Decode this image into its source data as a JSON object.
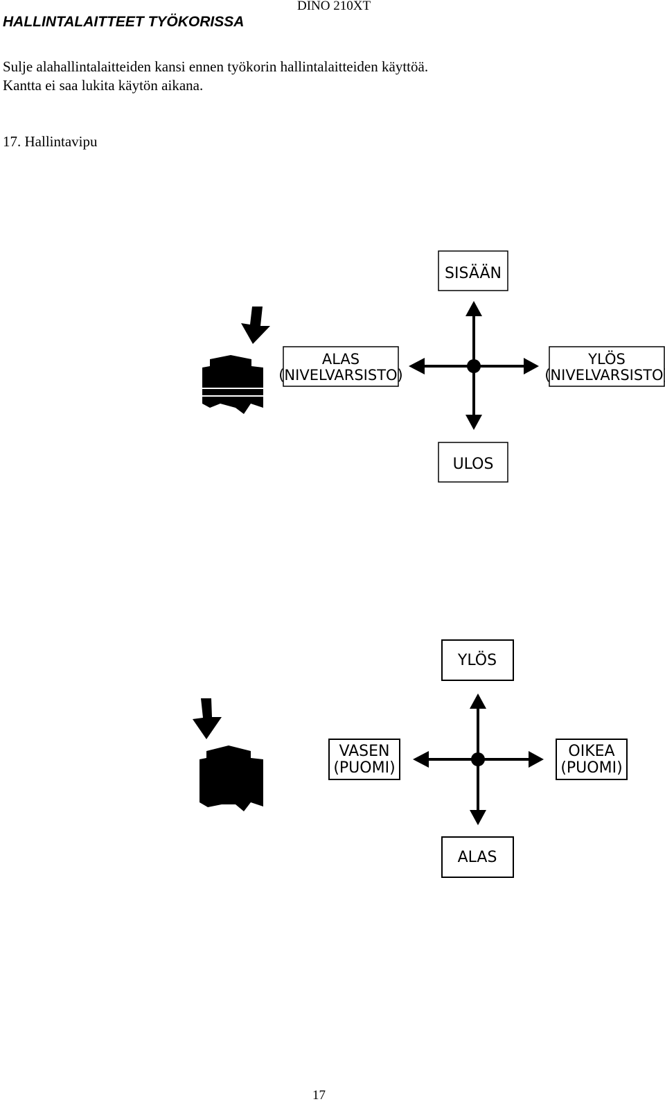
{
  "header": {
    "title": "HALLINTALAITTEET TYÖKORISSA",
    "model": "DINO 210XT"
  },
  "intro": {
    "line1": "Sulje alahallintalaitteiden kansi ennen työkorin hallintalaitteiden käyttöä.",
    "line2": "Kantta ei saa lukita käytön aikana."
  },
  "item": {
    "heading": "17. Hallintavipu"
  },
  "diagram1": {
    "up": "SISÄÄN",
    "left_1": "ALAS",
    "left_2": "(NIVELVARSISTO)",
    "right_1": "YLÖS",
    "right_2": "(NIVELVARSISTO)",
    "down": "ULOS"
  },
  "diagram2": {
    "up": "YLÖS",
    "left_1": "VASEN",
    "left_2": "(PUOMI)",
    "right_1": "OIKEA",
    "right_2": "(PUOMI)",
    "down": "ALAS"
  },
  "footer": {
    "page_number": "17"
  }
}
